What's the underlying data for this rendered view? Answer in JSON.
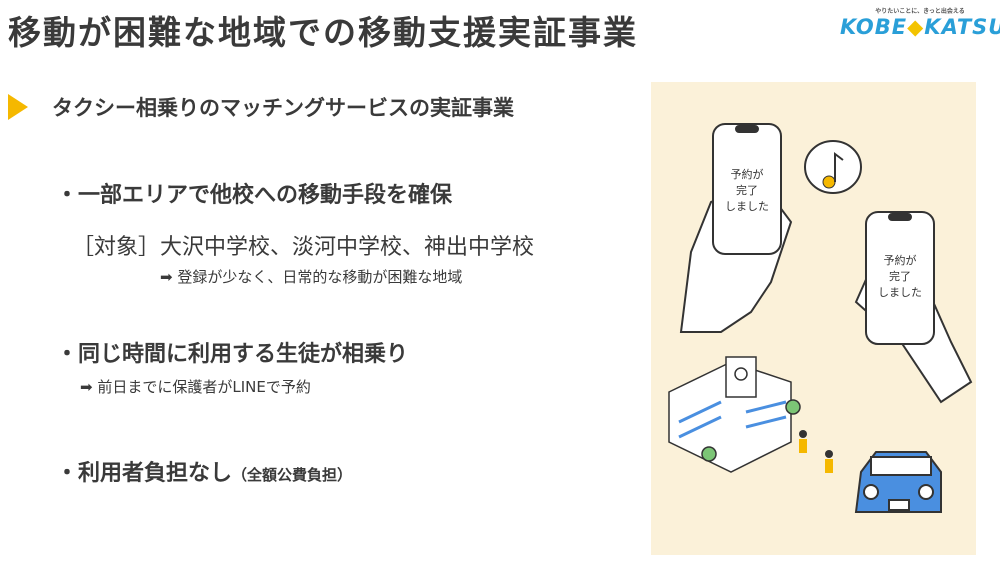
{
  "title": "移動が困難な地域での移動支援実証事業",
  "logo": {
    "tagline": "やりたいことに、きっと出会える",
    "name_left": "KOBE",
    "name_sep": "◆",
    "name_right": "KATSU"
  },
  "subtitle": "タクシー相乗りのマッチングサービスの実証事業",
  "bullets": [
    {
      "text": "・一部エリアで他校への移動手段を確保"
    },
    {
      "text": "・同じ時間に利用する生徒が相乗り"
    },
    {
      "text": "・利用者負担なし",
      "suffix": "（全額公費負担）"
    }
  ],
  "target": "［対象］大沢中学校、淡河中学校、神出中学校",
  "target_note": "➡ 登録が少なく、日常的な移動が困難な地域",
  "line_note": "➡ 前日までに保護者がLINEで予約",
  "illustration": {
    "phone_text": [
      "予約が",
      "完了",
      "しました"
    ],
    "colors": {
      "background": "#fbf1d9",
      "accent": "#f5b800",
      "taxi": "#4a8fe0"
    }
  }
}
